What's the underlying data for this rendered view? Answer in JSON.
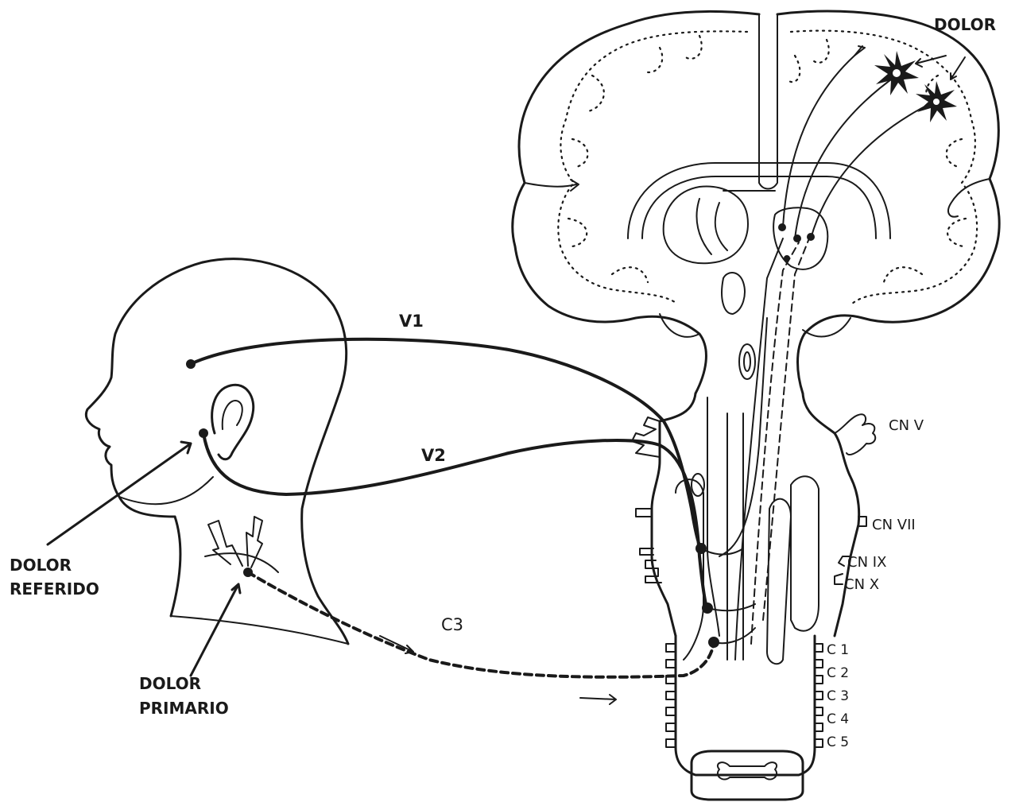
{
  "labels": {
    "dolor_top": "DOLOR",
    "v1": "V1",
    "v2": "V2",
    "c3": "C3",
    "cn_v": "CN V",
    "cn_vii": "CN VII",
    "cn_ix": "CN IX",
    "cn_x": "CN X",
    "c1": "C 1",
    "c2": "C 2",
    "c3_level": "C 3",
    "c4": "C 4",
    "c5": "C 5",
    "dolor_referido_line1": "DOLOR",
    "dolor_referido_line2": "REFERIDO",
    "dolor_primario_line1": "DOLOR",
    "dolor_primario_line2": "PRIMARIO"
  }
}
